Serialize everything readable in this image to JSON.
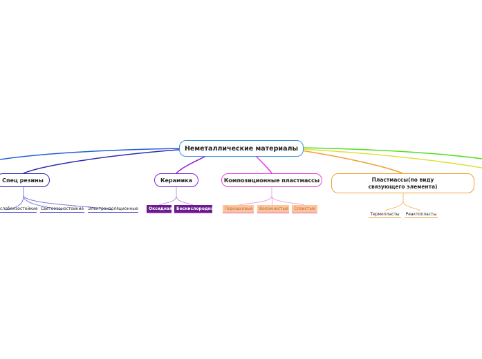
{
  "root": {
    "label": "Неметаллические материалы"
  },
  "branches": {
    "rubber": {
      "label": "Спец резины",
      "children": [
        "слобензостойкие",
        "Светоозоностойкие",
        "Электроизоляционные"
      ]
    },
    "ceramics": {
      "label": "Керамика",
      "children": [
        "Оксидная",
        "Бескислородная"
      ]
    },
    "composite": {
      "label": "Композиционные пластмассы",
      "children": [
        "Порошковые",
        "Волокнистые",
        "Слоистые"
      ]
    },
    "plastics": {
      "label": "Пластмассы(по виду связующего элемента)",
      "children": [
        "Термопласты",
        "Реактопласты"
      ]
    }
  },
  "colors": {
    "root": "#3a8fd8",
    "rubber": "#2b2bb0",
    "ceramics": "#8a1fc9",
    "composite": "#e43ce0",
    "plastics": "#f0a030",
    "offscreen_left": "#1f5fd8",
    "offscreen_right_green": "#55dd22",
    "offscreen_right_yellow": "#e0e040"
  }
}
